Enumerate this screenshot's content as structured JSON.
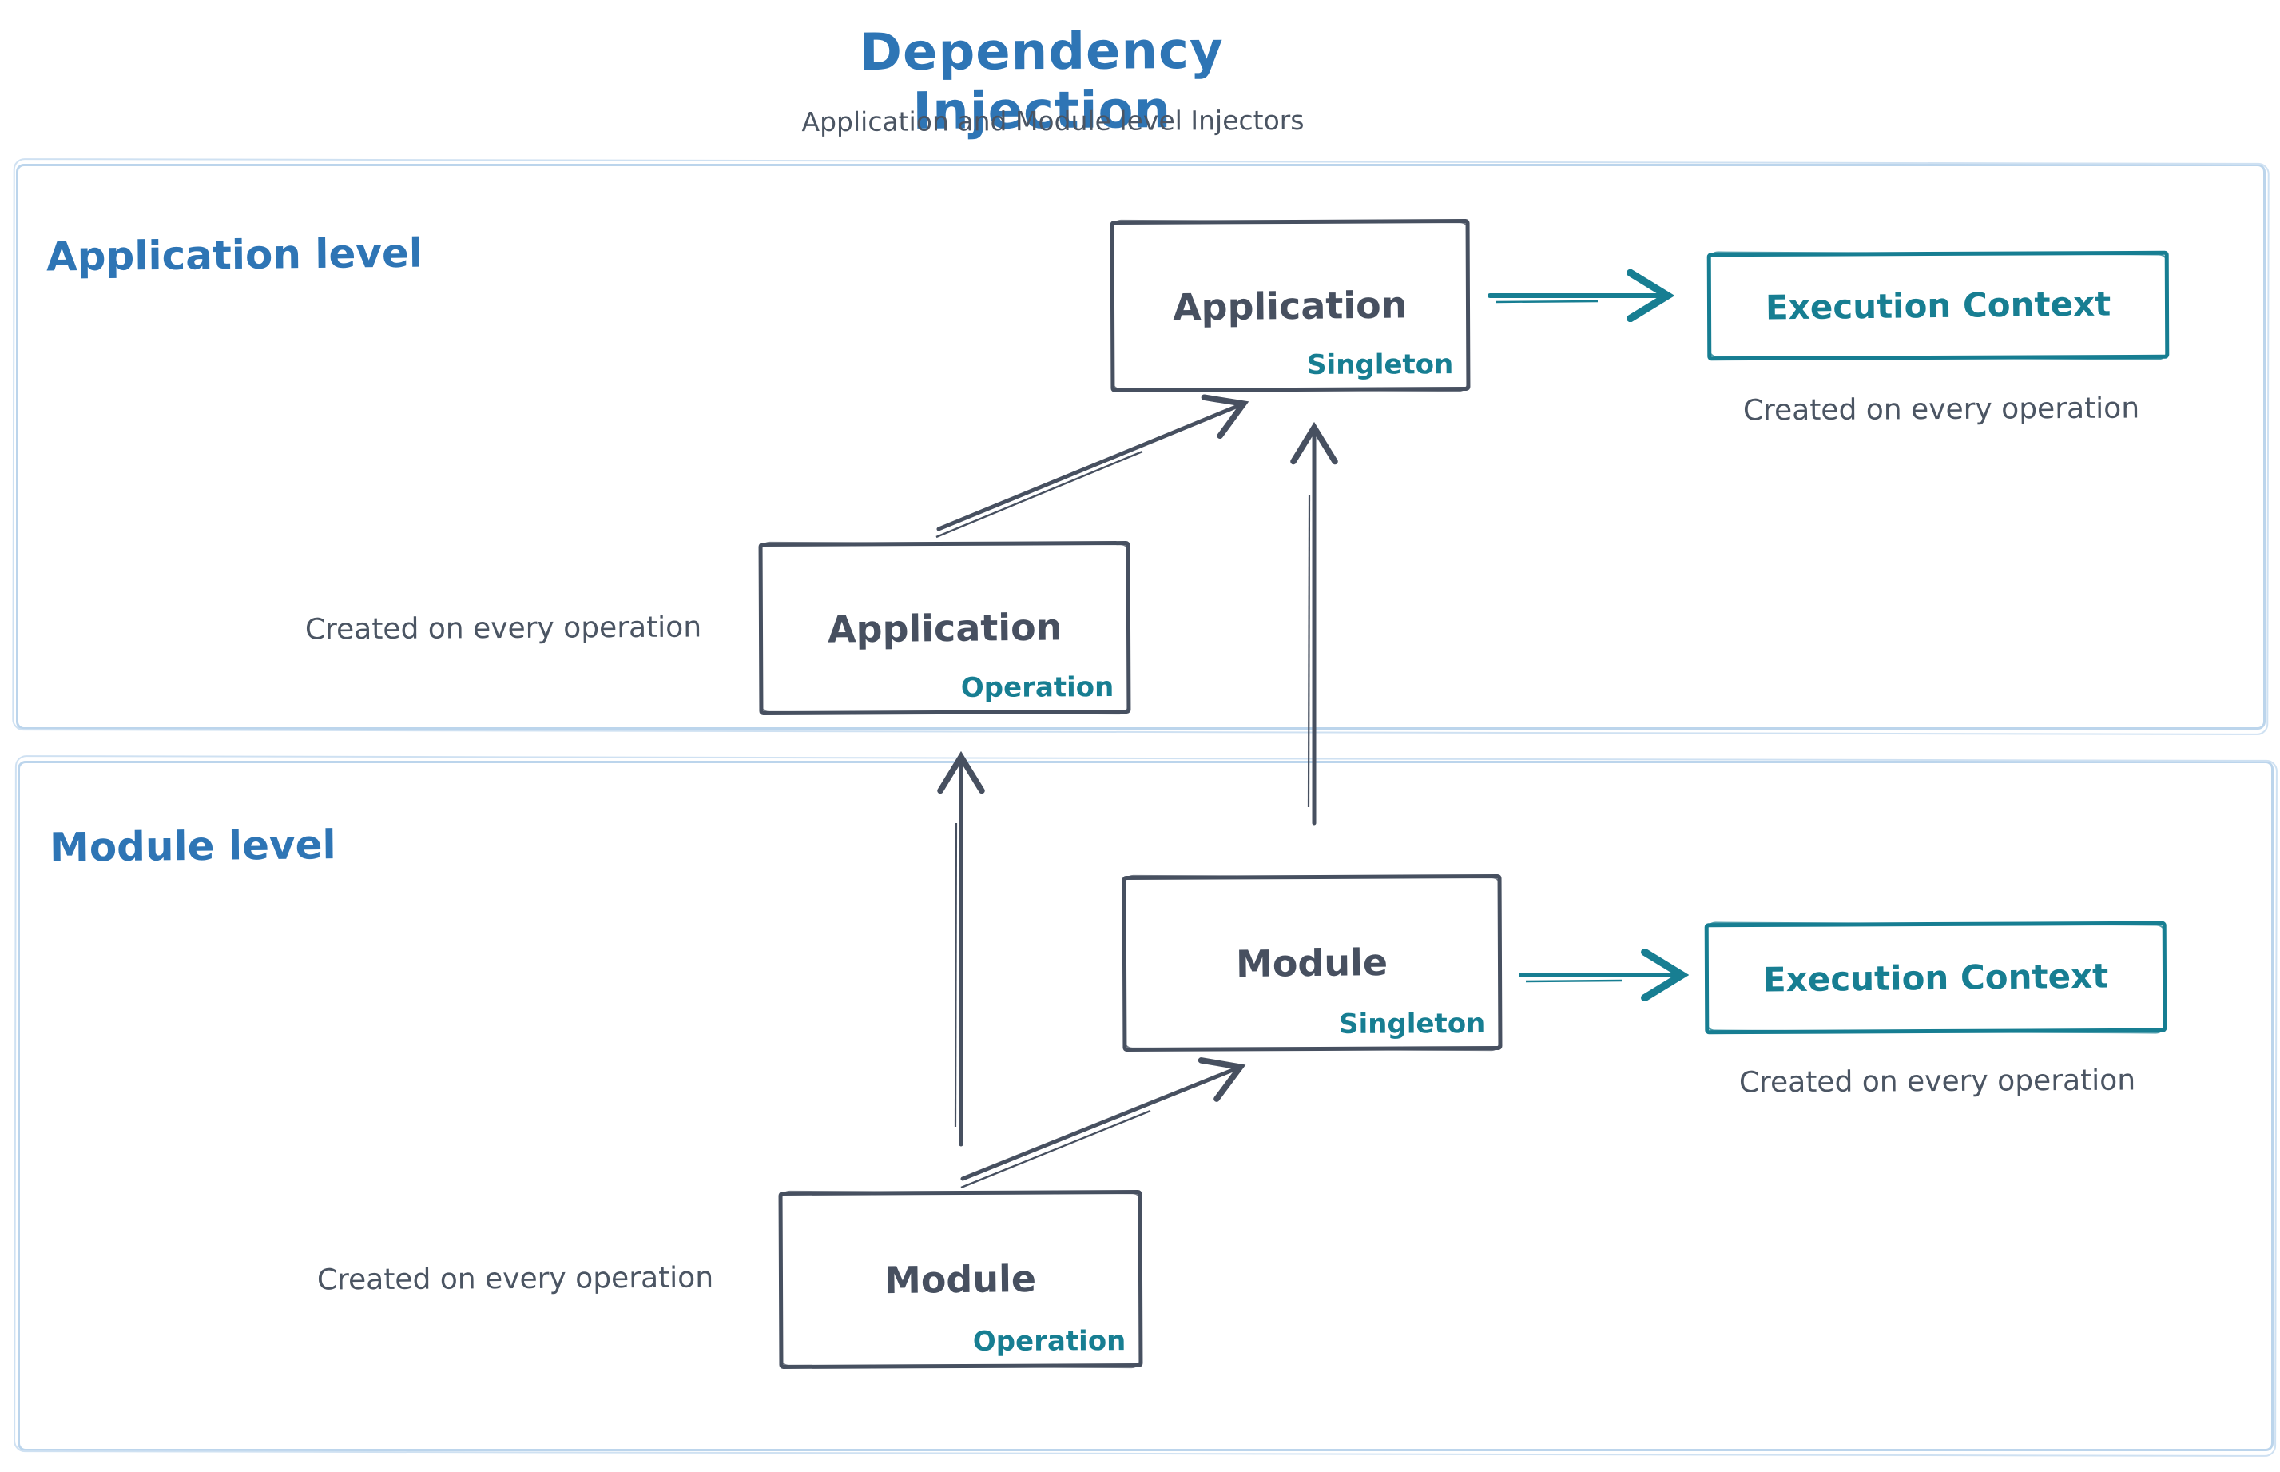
{
  "title": "Dependency Injection",
  "subtitle": "Application and Module level Injectors",
  "colors": {
    "heading_blue": "#2e75b5",
    "stroke_slate": "#475060",
    "accent_teal": "#177e92",
    "container_border_blue": "#bcd5ec"
  },
  "sections": {
    "application": {
      "label": "Application level"
    },
    "module": {
      "label": "Module level"
    }
  },
  "nodes": {
    "app_singleton": {
      "name": "Application",
      "tag": "Singleton"
    },
    "app_operation": {
      "name": "Application",
      "tag": "Operation"
    },
    "module_singleton": {
      "name": "Module",
      "tag": "Singleton"
    },
    "module_operation": {
      "name": "Module",
      "tag": "Operation"
    },
    "exec_context_app": {
      "name": "Execution Context"
    },
    "exec_context_module": {
      "name": "Execution Context"
    }
  },
  "captions": {
    "app_operation": "Created on every operation",
    "module_operation": "Created on every operation",
    "exec_context_app": "Created on every operation",
    "exec_context_module": "Created on every operation"
  }
}
